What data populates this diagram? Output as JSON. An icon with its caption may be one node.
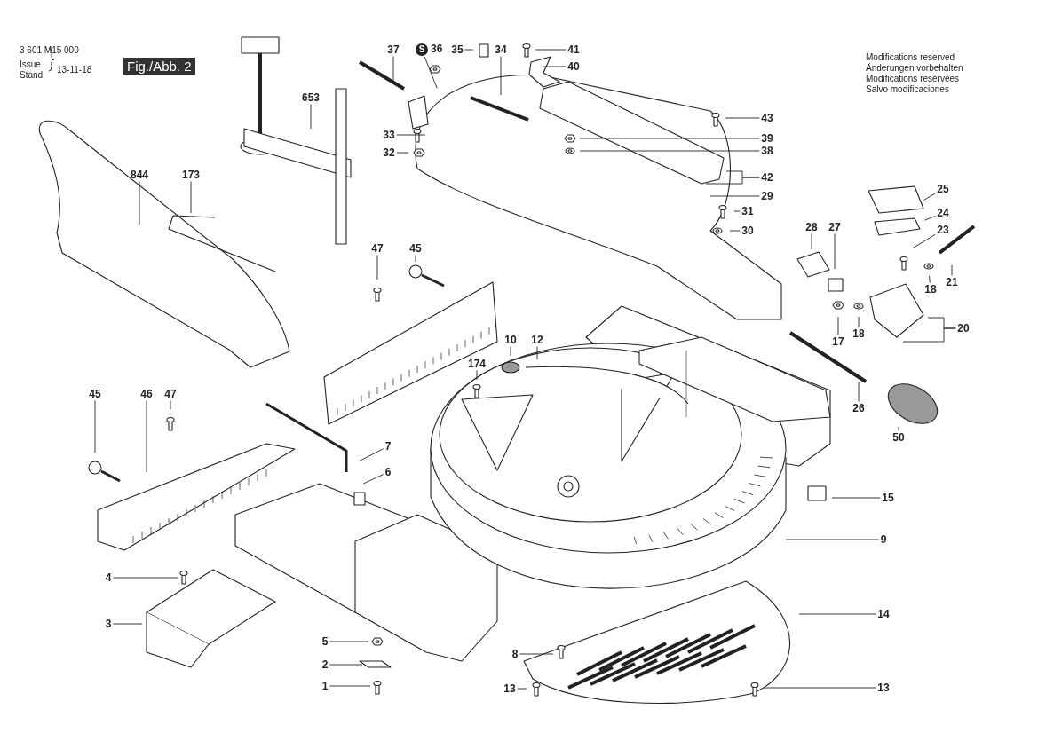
{
  "diagram": {
    "nodes": [
      {
        "text": [
          "37"
        ]
      },
      {
        "text": [
          "S"
        ]
      },
      {
        "text": [
          "35"
        ]
      },
      {
        "text": [
          "34"
        ]
      },
      {
        "text": [
          "41"
        ]
      },
      {
        "text": [
          "40"
        ]
      },
      {
        "text": [
          "653"
        ]
      },
      {
        "text": [
          "33"
        ]
      },
      {
        "text": [
          "43"
        ]
      },
      {
        "text": [
          "39"
        ]
      },
      {
        "text": [
          "32"
        ]
      },
      {
        "text": [
          "38"
        ]
      },
      {
        "text": [
          "844"
        ]
      },
      {
        "text": [
          "173"
        ]
      },
      {
        "text": [
          "42"
        ]
      },
      {
        "text": [
          "29"
        ]
      },
      {
        "text": [
          "25"
        ]
      },
      {
        "text": [
          "31"
        ]
      },
      {
        "text": [
          "24"
        ]
      },
      {
        "text": [
          "30"
        ]
      },
      {
        "text": [
          "28"
        ]
      },
      {
        "text": [
          "27"
        ]
      },
      {
        "text": [
          "23"
        ]
      },
      {
        "text": [
          "21"
        ]
      },
      {
        "text": [
          "18"
        ]
      },
      {
        "text": [
          "20"
        ]
      },
      {
        "text": [
          "18"
        ]
      },
      {
        "text": [
          "17"
        ]
      },
      {
        "text": [
          "47"
        ]
      },
      {
        "text": [
          "45"
        ]
      },
      {
        "text": [
          "10"
        ]
      },
      {
        "text": [
          "12"
        ]
      },
      {
        "text": [
          "174"
        ]
      },
      {
        "text": [
          "26"
        ]
      },
      {
        "text": [
          "50"
        ]
      },
      {
        "text": [
          "45"
        ]
      },
      {
        "text": [
          "46"
        ]
      },
      {
        "text": [
          "47"
        ]
      },
      {
        "text": [
          "7"
        ]
      },
      {
        "text": [
          "6"
        ]
      },
      {
        "text": [
          "15"
        ]
      },
      {
        "text": [
          "9"
        ]
      },
      {
        "text": [
          "4"
        ]
      },
      {
        "text": [
          "14"
        ]
      },
      {
        "text": [
          "3"
        ]
      },
      {
        "text": [
          "5"
        ]
      },
      {
        "text": [
          "8"
        ]
      },
      {
        "text": [
          "2"
        ]
      },
      {
        "text": [
          "1"
        ]
      },
      {
        "text": [
          "13"
        ]
      },
      {
        "text": [
          "13"
        ]
      }
    ],
    "edges": [
      {
        "from": 0,
        "to": null,
        "arrow": "none"
      },
      {
        "from": 1,
        "to": null,
        "arrow": "none"
      },
      {
        "from": 2,
        "to": null,
        "arrow": "none"
      },
      {
        "from": 3,
        "to": null,
        "arrow": "none"
      },
      {
        "from": 4,
        "to": null,
        "arrow": "none"
      },
      {
        "from": 5,
        "to": null,
        "arrow": "none"
      },
      {
        "from": 6,
        "to": null,
        "arrow": "none"
      },
      {
        "from": 7,
        "to": null,
        "arrow": "none"
      },
      {
        "from": 8,
        "to": null,
        "arrow": "none"
      },
      {
        "from": 9,
        "to": null,
        "arrow": "none"
      },
      {
        "from": 10,
        "to": null,
        "arrow": "none"
      },
      {
        "from": 11,
        "to": null,
        "arrow": "none"
      },
      {
        "from": 12,
        "to": null,
        "arrow": "none"
      },
      {
        "from": 13,
        "to": null,
        "arrow": "none"
      },
      {
        "from": 14,
        "to": null,
        "arrow": "none"
      },
      {
        "from": 14,
        "to": null,
        "arrow": "none"
      },
      {
        "from": 15,
        "to": null,
        "arrow": "none"
      },
      {
        "from": 16,
        "to": null,
        "arrow": "none"
      },
      {
        "from": 17,
        "to": null,
        "arrow": "none"
      },
      {
        "from": 18,
        "to": null,
        "arrow": "none"
      },
      {
        "from": 19,
        "to": null,
        "arrow": "none"
      },
      {
        "from": 20,
        "to": null,
        "arrow": "none"
      },
      {
        "from": 21,
        "to": null,
        "arrow": "none"
      },
      {
        "from": 22,
        "to": null,
        "arrow": "none"
      },
      {
        "from": 23,
        "to": null,
        "arrow": "none"
      },
      {
        "from": 24,
        "to": null,
        "arrow": "none"
      },
      {
        "from": 25,
        "to": null,
        "arrow": "none"
      },
      {
        "from": 25,
        "to": null,
        "arrow": "none"
      },
      {
        "from": 26,
        "to": null,
        "arrow": "none"
      },
      {
        "from": 27,
        "to": null,
        "arrow": "none"
      },
      {
        "from": 28,
        "to": null,
        "arrow": "none"
      },
      {
        "from": 29,
        "to": null,
        "arrow": "none"
      },
      {
        "from": 30,
        "to": null,
        "arrow": "none"
      },
      {
        "from": 31,
        "to": null,
        "arrow": "none"
      },
      {
        "from": 32,
        "to": null,
        "arrow": "none"
      },
      {
        "from": 33,
        "to": null,
        "arrow": "none"
      },
      {
        "from": 34,
        "to": null,
        "arrow": "none"
      },
      {
        "from": 35,
        "to": null,
        "arrow": "none"
      },
      {
        "from": 36,
        "to": null,
        "arrow": "none"
      },
      {
        "from": 37,
        "to": null,
        "arrow": "none"
      },
      {
        "from": 38,
        "to": null,
        "arrow": "none"
      },
      {
        "from": 39,
        "to": null,
        "arrow": "none"
      },
      {
        "from": 40,
        "to": null,
        "arrow": "none"
      },
      {
        "from": 41,
        "to": null,
        "arrow": "none"
      },
      {
        "from": 42,
        "to": null,
        "arrow": "none"
      },
      {
        "from": 43,
        "to": null,
        "arrow": "none"
      },
      {
        "from": 44,
        "to": null,
        "arrow": "none"
      },
      {
        "from": 45,
        "to": null,
        "arrow": "none"
      },
      {
        "from": 46,
        "to": null,
        "arrow": "none"
      },
      {
        "from": 47,
        "to": null,
        "arrow": "none"
      },
      {
        "from": 48,
        "to": null,
        "arrow": "none"
      },
      {
        "from": 49,
        "to": null,
        "arrow": "none"
      },
      {
        "from": 50,
        "to": null,
        "arrow": "none"
      }
    ],
    "labels": [
      "3 601 M15 000",
      "Issue",
      "Stand",
      "13-11-18",
      "Fig./Abb. 2",
      "36",
      "Modifications reserved",
      "Änderungen vorbehalten",
      "Modifications resérvées",
      "Salvo modificaciones"
    ]
  }
}
